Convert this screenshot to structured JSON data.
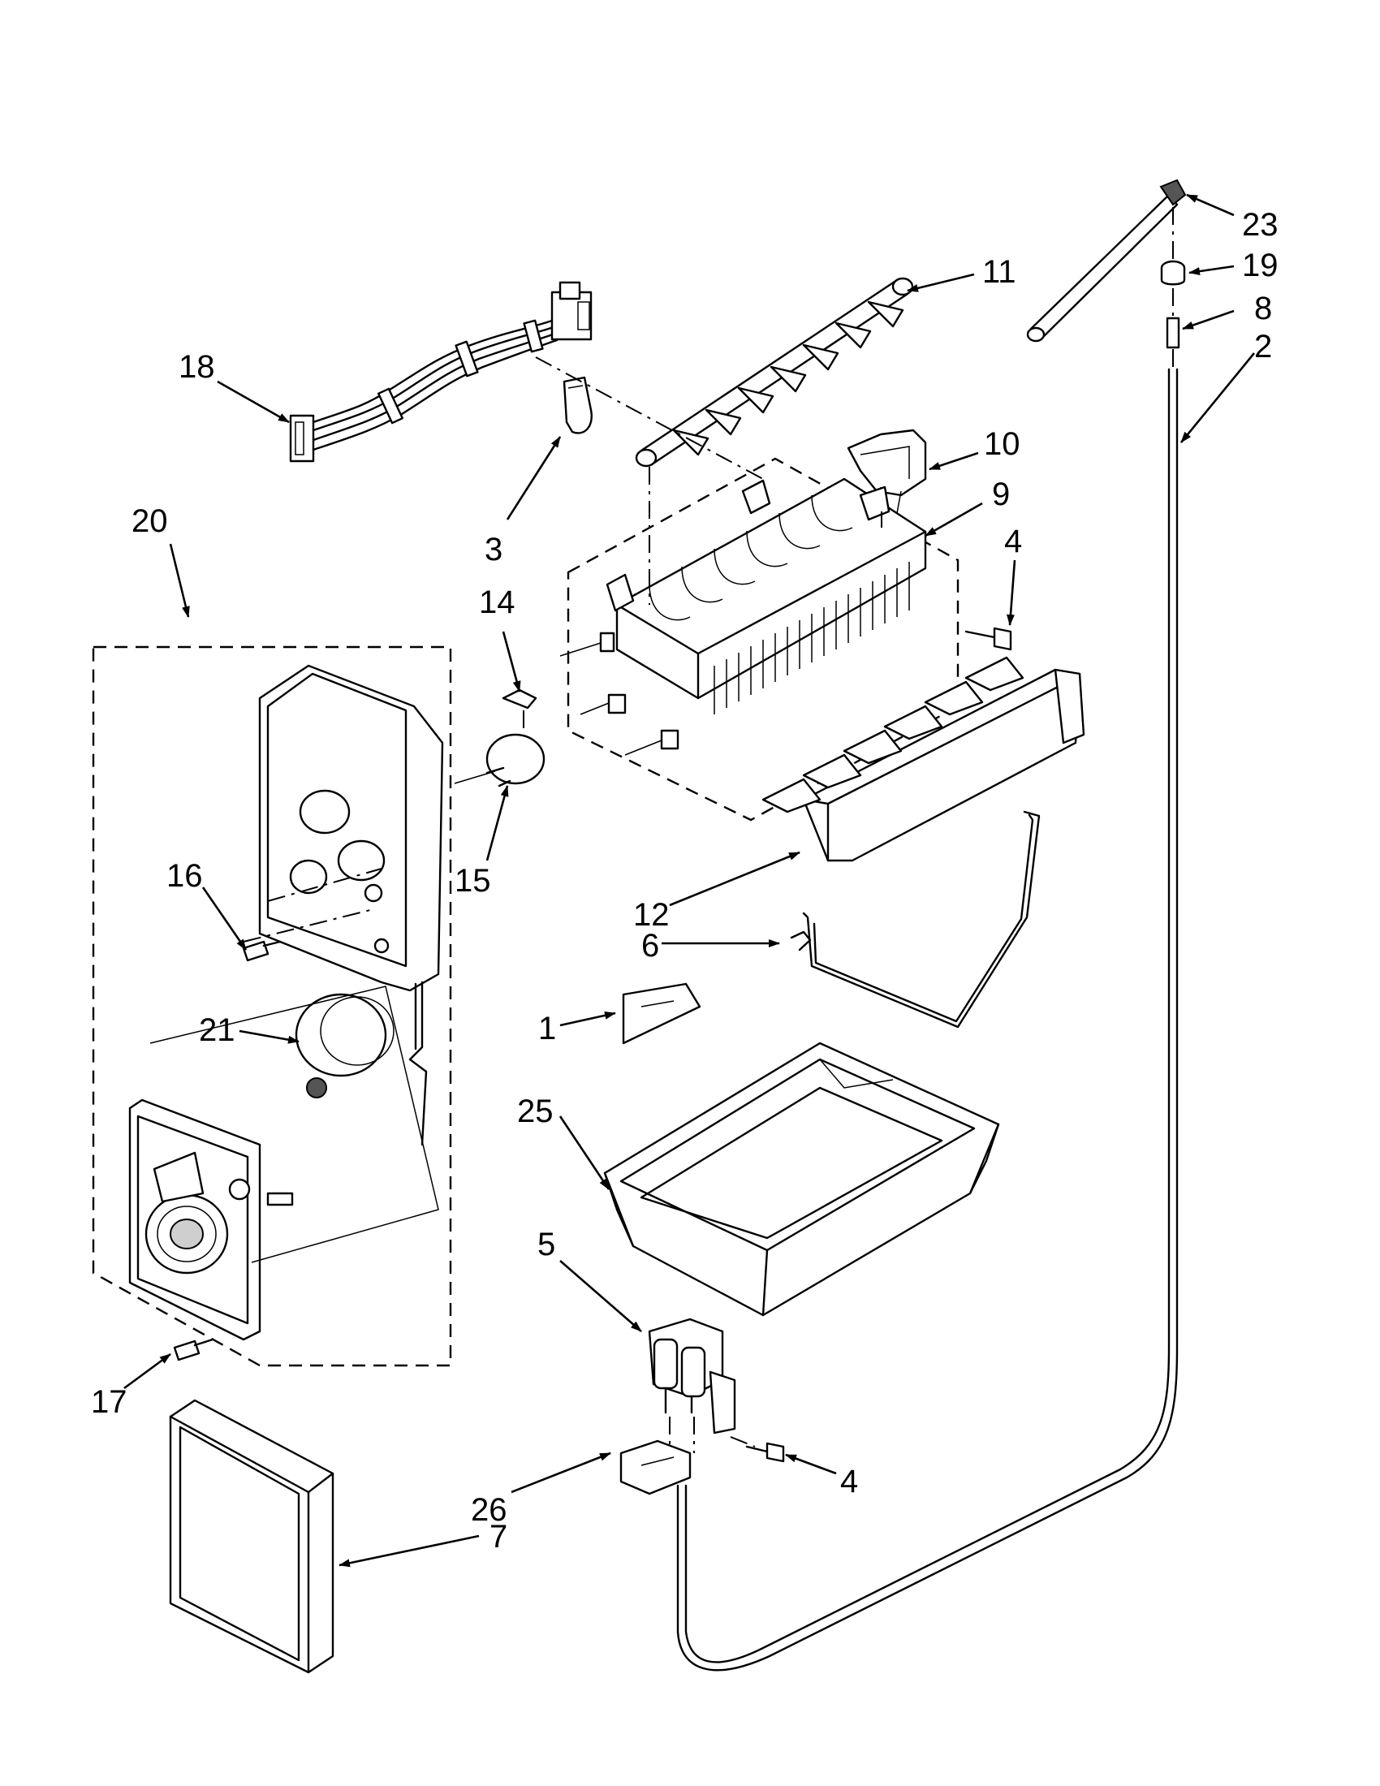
{
  "callouts": {
    "c1": "1",
    "c2": "2",
    "c3": "3",
    "c4a": "4",
    "c4b": "4",
    "c5": "5",
    "c6": "6",
    "c7": "7",
    "c8": "8",
    "c9": "9",
    "c10": "10",
    "c11": "11",
    "c12": "12",
    "c14": "14",
    "c15": "15",
    "c16": "16",
    "c17": "17",
    "c18": "18",
    "c19": "19",
    "c20": "20",
    "c21": "21",
    "c23": "23",
    "c25": "25",
    "c26": "26"
  }
}
